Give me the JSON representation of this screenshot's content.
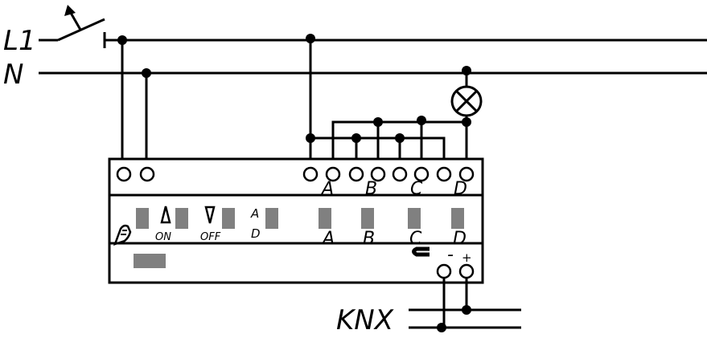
{
  "lines": {
    "l1": "L1",
    "n": "N",
    "knx": "KNX"
  },
  "outputs": [
    "A",
    "B",
    "C",
    "D"
  ],
  "controls": {
    "on": "ON",
    "off": "OFF",
    "mode_top": "A",
    "mode_bottom": "D"
  },
  "bus": {
    "minus": "-",
    "plus": "+"
  },
  "colors": {
    "wire": "#000000",
    "led": "#808080",
    "background": "#ffffff"
  },
  "icons": [
    "switch-contact",
    "lamp-icon",
    "hand-manual-icon",
    "arrow-up-icon",
    "arrow-down-icon",
    "magnet-icon"
  ]
}
